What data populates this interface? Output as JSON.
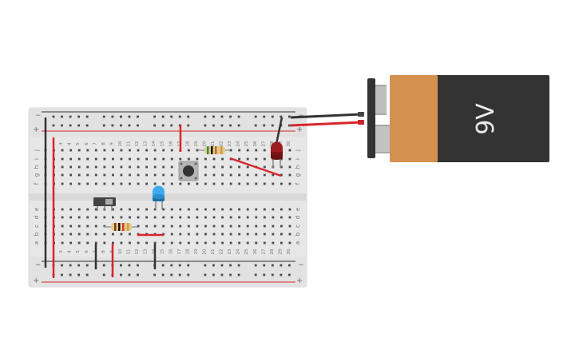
{
  "breadboard": {
    "columns": 30,
    "column_numbers": [
      "3",
      "4",
      "5",
      "6",
      "7",
      "8",
      "9",
      "10",
      "11",
      "12",
      "13",
      "14",
      "15",
      "16",
      "17",
      "18",
      "19",
      "20",
      "21",
      "22",
      "23",
      "24",
      "25",
      "26",
      "27",
      "28",
      "29",
      "30"
    ],
    "top_row_letters": [
      "j",
      "i",
      "h",
      "g",
      "f"
    ],
    "bottom_row_letters": [
      "e",
      "d",
      "c",
      "b",
      "a"
    ],
    "rail_minus": "−",
    "rail_plus": "+"
  },
  "battery": {
    "label": "9V",
    "top_color": "#d4914f",
    "body_color": "#333333"
  },
  "components": {
    "led_red": "red-led",
    "led_blue": "blue-led",
    "resistor": "resistor",
    "pushbutton": "pushbutton",
    "slide_switch": "slide-switch"
  },
  "colors": {
    "wire_red": "#d8262c",
    "wire_black": "#333333",
    "board": "#eaeaea"
  }
}
